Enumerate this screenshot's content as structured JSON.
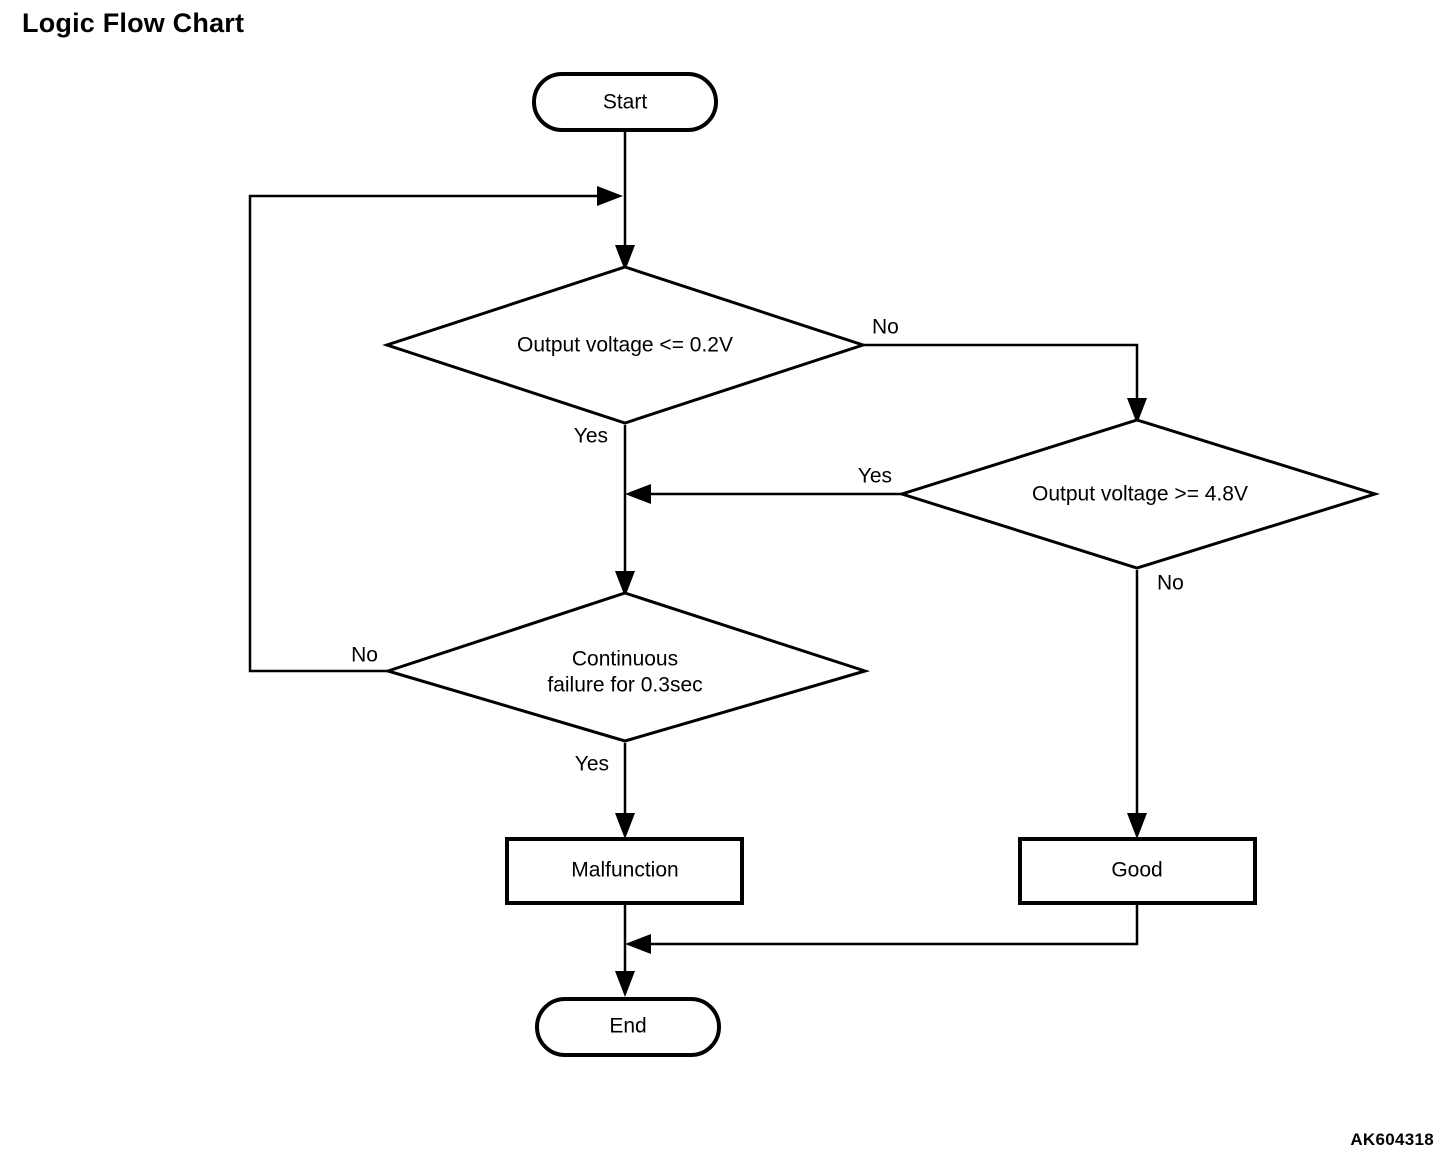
{
  "page": {
    "title": "Logic Flow Chart",
    "figure_code": "AK604318",
    "background_color": "#ffffff",
    "line_color": "#000000"
  },
  "chart_data": {
    "type": "diagram",
    "diagram_kind": "flowchart",
    "title": "Logic Flow Chart",
    "nodes": [
      {
        "id": "start",
        "shape": "terminator",
        "label": "Start"
      },
      {
        "id": "dec1",
        "shape": "decision",
        "label": "Output voltage <= 0.2V"
      },
      {
        "id": "dec2",
        "shape": "decision",
        "label": "Output voltage >= 4.8V"
      },
      {
        "id": "dec3",
        "shape": "decision",
        "label_line1": "Continuous",
        "label_line2": "failure for 0.3sec"
      },
      {
        "id": "malfunction",
        "shape": "process",
        "label": "Malfunction"
      },
      {
        "id": "good",
        "shape": "process",
        "label": "Good"
      },
      {
        "id": "end",
        "shape": "terminator",
        "label": "End"
      }
    ],
    "edges": [
      {
        "from": "start",
        "to": "dec1",
        "label": ""
      },
      {
        "from": "dec1",
        "to": "dec3",
        "label": "Yes"
      },
      {
        "from": "dec1",
        "to": "dec2",
        "label": "No"
      },
      {
        "from": "dec2",
        "to": "dec3",
        "label": "Yes"
      },
      {
        "from": "dec2",
        "to": "good",
        "label": "No"
      },
      {
        "from": "dec3",
        "to": "malfunction",
        "label": "Yes"
      },
      {
        "from": "dec3",
        "to": "dec1",
        "label": "No"
      },
      {
        "from": "malfunction",
        "to": "end",
        "label": ""
      },
      {
        "from": "good",
        "to": "end",
        "label": ""
      }
    ]
  },
  "labels": {
    "start": "Start",
    "end": "End",
    "decision1": "Output voltage <= 0.2V",
    "decision2": "Output voltage >= 4.8V",
    "decision3_line1": "Continuous",
    "decision3_line2": "failure for 0.3sec",
    "malfunction": "Malfunction",
    "good": "Good",
    "yes1": "Yes",
    "no1": "No",
    "yes2": "Yes",
    "no2": "No",
    "yes3": "Yes",
    "no3": "No"
  }
}
